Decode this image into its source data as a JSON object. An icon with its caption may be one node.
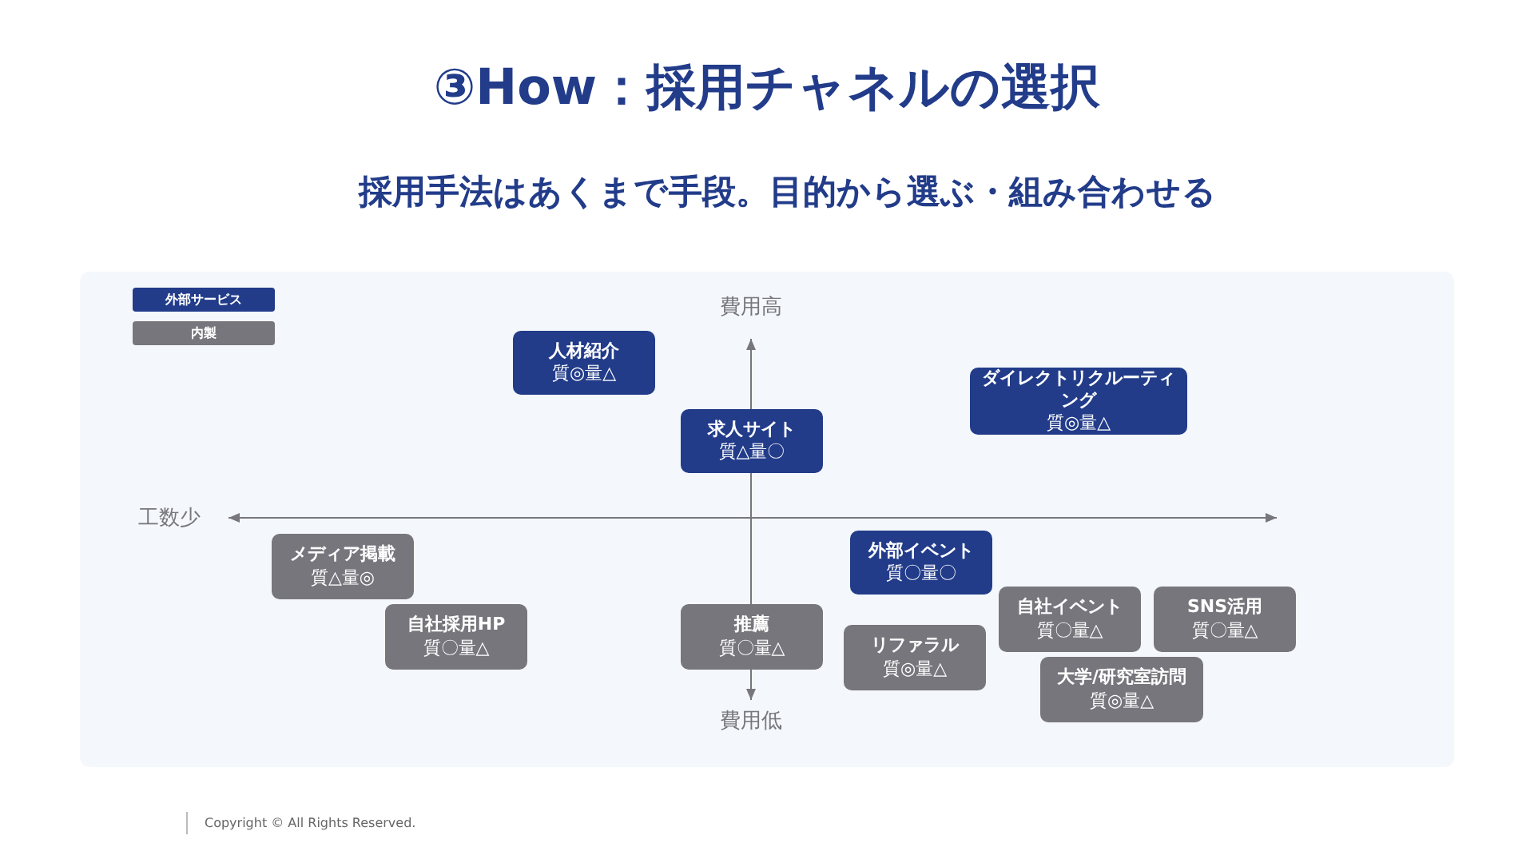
{
  "diagram": {
    "title": "③How：採用チャネルの選択",
    "caption": "採用手法はあくまで手段。目的から選ぶ・組み合わせる",
    "nodes": [
      {
        "text": [
          "人材紹介",
          "質◎量△"
        ]
      },
      {
        "text": [
          "ダイレクトリクルーティング",
          "質◎量△"
        ]
      },
      {
        "text": [
          "求人サイト",
          "質△量〇"
        ]
      },
      {
        "text": [
          "外部イベント",
          "質〇量〇"
        ]
      },
      {
        "text": [
          "メディア掲載",
          "質△量◎"
        ]
      },
      {
        "text": [
          "自社イベント",
          "質〇量△"
        ]
      },
      {
        "text": [
          "SNS活用",
          "質〇量△"
        ]
      },
      {
        "text": [
          "自社採用HP",
          "質〇量△"
        ]
      },
      {
        "text": [
          "推薦",
          "質〇量△"
        ]
      },
      {
        "text": [
          "リファラル",
          "質◎量△"
        ]
      },
      {
        "text": [
          "大学/研究室訪問",
          "質◎量△"
        ]
      }
    ],
    "labels": [
      "費用高",
      "工数少",
      "費用低",
      "Copyright © All Rights Reserved."
    ],
    "legend": [
      {
        "text": "外部サービス",
        "color": "#223c8a"
      },
      {
        "text": "内製",
        "color": "#77767d"
      }
    ]
  }
}
